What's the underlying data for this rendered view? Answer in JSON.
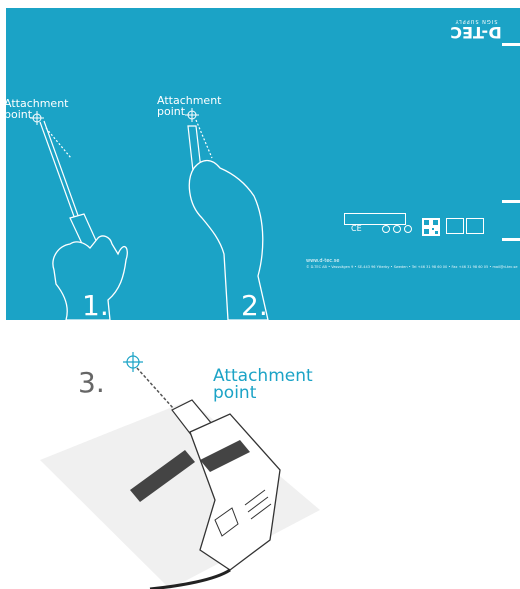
{
  "brand": {
    "name": "D-TEC",
    "tagline": "SIGN SUPPLY"
  },
  "steps": [
    {
      "number": "1.",
      "label": "Attachment point"
    },
    {
      "number": "2.",
      "label": "Attachment point"
    },
    {
      "number": "3.",
      "label": "Attachment point"
    }
  ],
  "footer": {
    "website": "www.d-tec.se",
    "address": "© D-TEC AB • Vassvägen 9 • SE-443 96 Ytterby • Sweden • Tel +46 31 98 60 00 • Fax +46 31 98 60 05 • mail@d-tec.se"
  },
  "certification_marks": "CE",
  "colors": {
    "accent": "#1ba3c6",
    "paper": "#ffffff"
  },
  "icons": [
    "crosshair-icon",
    "qr-code-icon",
    "glass-fragile-icon",
    "hands-care-icon",
    "recycle-icon"
  ]
}
